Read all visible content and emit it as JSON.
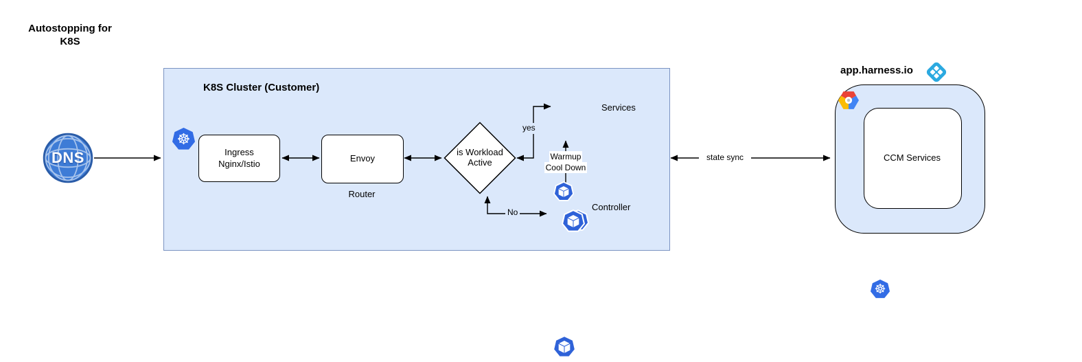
{
  "title": "Autostopping for K8S",
  "dns": {
    "label": "DNS"
  },
  "cluster": {
    "title": "K8S Cluster (Customer)",
    "ingress_label": "Ingress Nginx/Istio",
    "envoy_label": "Envoy",
    "router_label": "Router",
    "decision_label": "is Workload Active",
    "services_label": "Services",
    "controller_label": "Controller",
    "yes_label": "yes",
    "no_label": "No",
    "warmup_label": "Warmup Cool Down"
  },
  "harness": {
    "domain": "app.harness.io",
    "ccm_label": "CCM Services"
  },
  "state_sync_label": "state sync",
  "icons": {
    "kubernetes_glyph": "☸",
    "dns_icon": "globe",
    "harness_icon": "harness-logo",
    "gcp_icon": "google-cloud-hexagon",
    "cube_icon": "container-cube"
  },
  "colors": {
    "cluster_fill": "#dbe8fb",
    "cluster_border": "#7b93c1",
    "k8s_blue": "#326ce5",
    "icon_blue": "#2f62d8",
    "harness_blue": "#2ba9e0",
    "dns_fill": "#3e7cd6",
    "dns_border": "#2a5ca8",
    "gcp_red": "#ea4335",
    "gcp_yellow": "#fbbc05",
    "gcp_blue": "#4285f4",
    "line_color": "#000000"
  }
}
